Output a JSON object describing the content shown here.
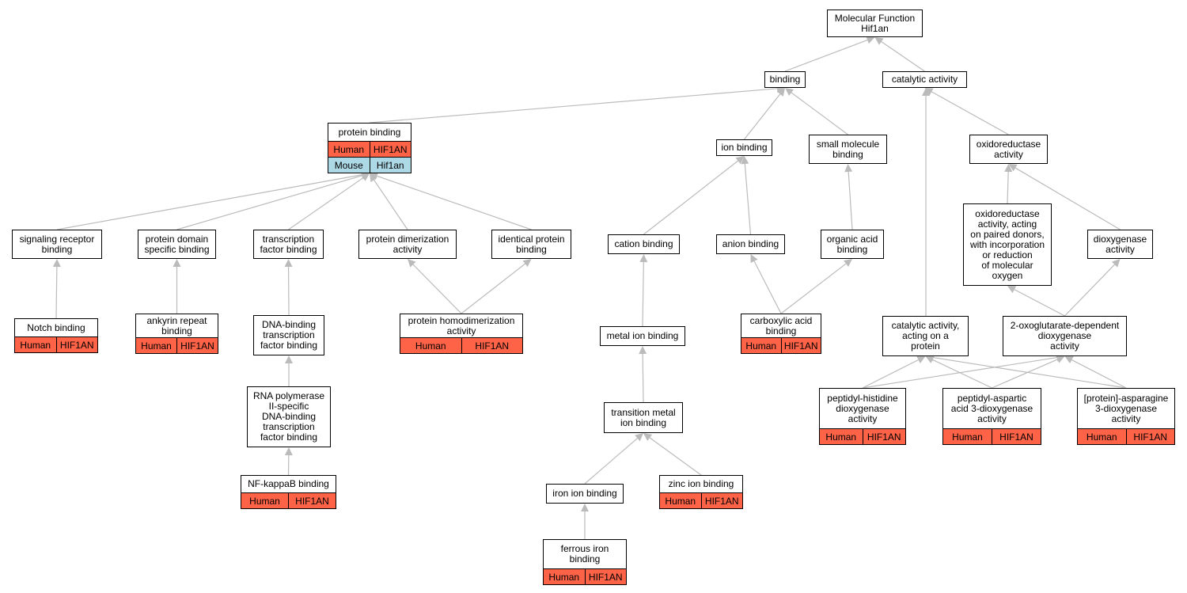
{
  "colors": {
    "human": "#ff6347",
    "mouse": "#add8e6",
    "edge": "#bbbbbb"
  },
  "nodes": {
    "root": {
      "label": "Molecular Function\nHif1an"
    },
    "binding": {
      "label": "binding"
    },
    "catalytic": {
      "label": "catalytic activity"
    },
    "protein_binding": {
      "label": "protein binding",
      "human": [
        "Human",
        "HIF1AN"
      ],
      "mouse": [
        "Mouse",
        "Hif1an"
      ]
    },
    "ion_binding": {
      "label": "ion binding"
    },
    "small_molecule": {
      "label": "small molecule\nbinding"
    },
    "oxidoreductase": {
      "label": "oxidoreductase\nactivity"
    },
    "signaling": {
      "label": "signaling receptor\nbinding"
    },
    "protein_domain": {
      "label": "protein domain\nspecific binding"
    },
    "tf_binding": {
      "label": "transcription\nfactor binding"
    },
    "dimerization": {
      "label": "protein dimerization\nactivity"
    },
    "identical": {
      "label": "identical protein\nbinding"
    },
    "cation": {
      "label": "cation binding"
    },
    "anion": {
      "label": "anion binding"
    },
    "organic_acid": {
      "label": "organic acid\nbinding"
    },
    "oxido_paired": {
      "label": "oxidoreductase\nactivity, acting\non paired donors,\nwith incorporation\nor reduction\nof molecular\noxygen"
    },
    "dioxygenase": {
      "label": "dioxygenase\nactivity"
    },
    "notch": {
      "label": "Notch binding",
      "human": [
        "Human",
        "HIF1AN"
      ]
    },
    "ankyrin": {
      "label": "ankyrin repeat\nbinding",
      "human": [
        "Human",
        "HIF1AN"
      ]
    },
    "dna_tf": {
      "label": "DNA-binding\ntranscription\nfactor binding"
    },
    "homodimer": {
      "label": "protein homodimerization\nactivity",
      "human": [
        "Human",
        "HIF1AN"
      ]
    },
    "metal_ion": {
      "label": "metal ion binding"
    },
    "carboxylic": {
      "label": "carboxylic acid\nbinding",
      "human": [
        "Human",
        "HIF1AN"
      ]
    },
    "cat_protein": {
      "label": "catalytic activity,\nacting on a\nprotein"
    },
    "oxoglut": {
      "label": "2-oxoglutarate-dependent\ndioxygenase\nactivity"
    },
    "rnapol": {
      "label": "RNA polymerase\nII-specific\nDNA-binding\ntranscription\nfactor binding"
    },
    "transition": {
      "label": "transition metal\nion binding"
    },
    "peptidyl_his": {
      "label": "peptidyl-histidine\ndioxygenase\nactivity",
      "human": [
        "Human",
        "HIF1AN"
      ]
    },
    "peptidyl_asp": {
      "label": "peptidyl-aspartic\nacid 3-dioxygenase\nactivity",
      "human": [
        "Human",
        "HIF1AN"
      ]
    },
    "protein_asn": {
      "label": "[protein]-asparagine\n3-dioxygenase\nactivity",
      "human": [
        "Human",
        "HIF1AN"
      ]
    },
    "nfkb": {
      "label": "NF-kappaB binding",
      "human": [
        "Human",
        "HIF1AN"
      ]
    },
    "iron_ion": {
      "label": "iron ion binding"
    },
    "zinc_ion": {
      "label": "zinc ion binding",
      "human": [
        "Human",
        "HIF1AN"
      ]
    },
    "ferrous": {
      "label": "ferrous iron\nbinding",
      "human": [
        "Human",
        "HIF1AN"
      ]
    }
  }
}
